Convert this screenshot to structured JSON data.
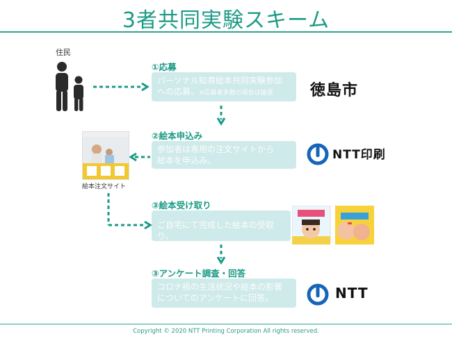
{
  "title": "3者共同実験スキーム",
  "resident": {
    "label": "住民"
  },
  "steps": [
    {
      "label": "①応募",
      "text_line1": "パーソナル知育絵本共同実験参加",
      "text_line2": "への応募。",
      "note": "※応募者多数の場合は抽選"
    },
    {
      "label": "②絵本申込み",
      "text_line1": "参加者は専用の注文サイトから",
      "text_line2": "絵本を申込み。"
    },
    {
      "label": "③絵本受け取り",
      "text_line1": "ご自宅にて完成した絵本の受取り。"
    },
    {
      "label": "③アンケート調査・回答",
      "text_line1": "コロナ禍の生活状況や絵本の影響",
      "text_line2": "についてのアンケートに回答。"
    }
  ],
  "orgs": {
    "tokushima": "徳島市",
    "ntt_printing": "NTT印刷",
    "ntt": "NTT"
  },
  "site": {
    "label": "絵本注文サイト"
  },
  "colors": {
    "accent": "#1b9a84",
    "arrow": "#1a9a84",
    "box": "#cfeaea",
    "ntt_blue": "#1665b8"
  },
  "copyright": "Copyright © 2020 NTT Printing Corporation  All rights reserved."
}
